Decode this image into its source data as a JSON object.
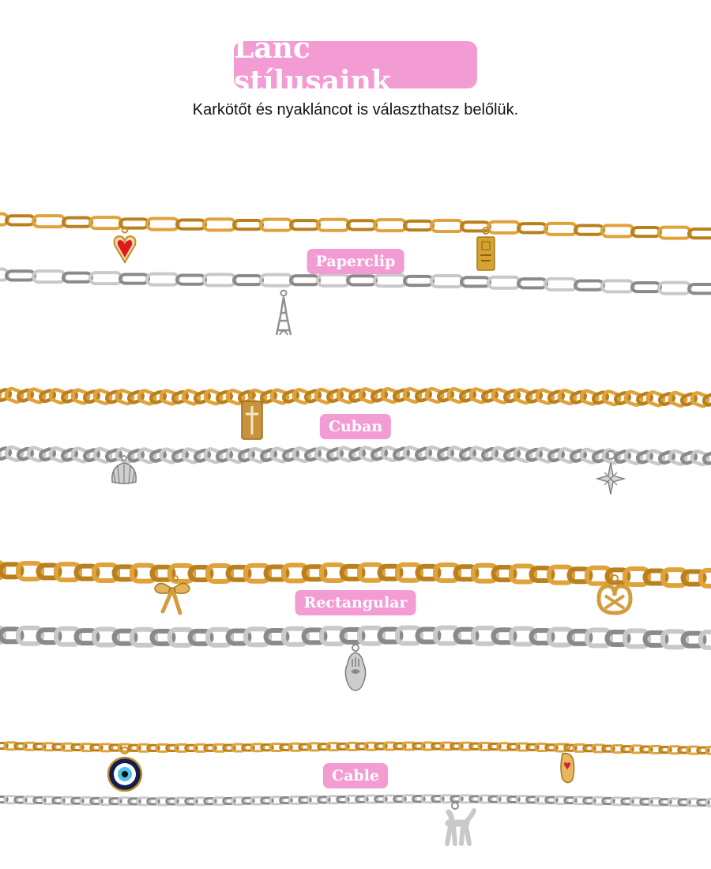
{
  "header": {
    "title": "Lánc stílusaink",
    "subtitle": "Karkötőt és nyakláncot is választhatsz belőlük."
  },
  "colors": {
    "badge_pink": "#f39bd3",
    "gold": "#e0a23a",
    "gold_dark": "#b9801d",
    "silver": "#c9c9c9",
    "silver_dark": "#8a8a8a"
  },
  "sections": [
    {
      "label": "Paperclip",
      "style": "paperclip",
      "charms": [
        {
          "name": "red-heart-charm-icon",
          "metal": "gold"
        },
        {
          "name": "passport-tag-charm-icon",
          "metal": "gold"
        },
        {
          "name": "eiffel-tower-charm-icon",
          "metal": "silver"
        }
      ]
    },
    {
      "label": "Cuban",
      "style": "cuban",
      "charms": [
        {
          "name": "cross-tag-charm-icon",
          "metal": "gold"
        },
        {
          "name": "seashell-charm-icon",
          "metal": "silver"
        },
        {
          "name": "north-star-charm-icon",
          "metal": "silver"
        }
      ]
    },
    {
      "label": "Rectangular",
      "style": "rectangular",
      "charms": [
        {
          "name": "bow-charm-icon",
          "metal": "gold"
        },
        {
          "name": "pretzel-charm-icon",
          "metal": "gold"
        },
        {
          "name": "hamsa-hand-charm-icon",
          "metal": "silver"
        }
      ]
    },
    {
      "label": "Cable",
      "style": "cable",
      "charms": [
        {
          "name": "evil-eye-charm-icon",
          "metal": "gold"
        },
        {
          "name": "foot-heart-charm-icon",
          "metal": "gold"
        },
        {
          "name": "balloon-dog-charm-icon",
          "metal": "silver"
        }
      ]
    }
  ]
}
